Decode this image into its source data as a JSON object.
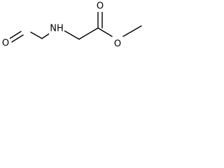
{
  "molecule": {
    "atom_labels": {
      "formyl_oxygen": "O",
      "amide_nitrogen": "NH",
      "carbonyl_oxygen": "O",
      "ester_oxygen": "O"
    },
    "line_color": "#000000",
    "background_color": "#ffffff"
  }
}
